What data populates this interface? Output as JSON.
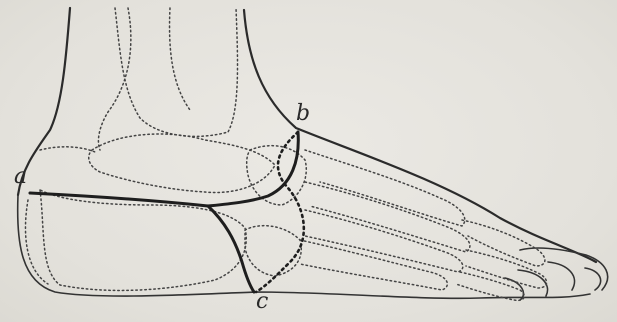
{
  "figure": {
    "labels": {
      "a": "a",
      "b": "b",
      "c": "c"
    }
  }
}
